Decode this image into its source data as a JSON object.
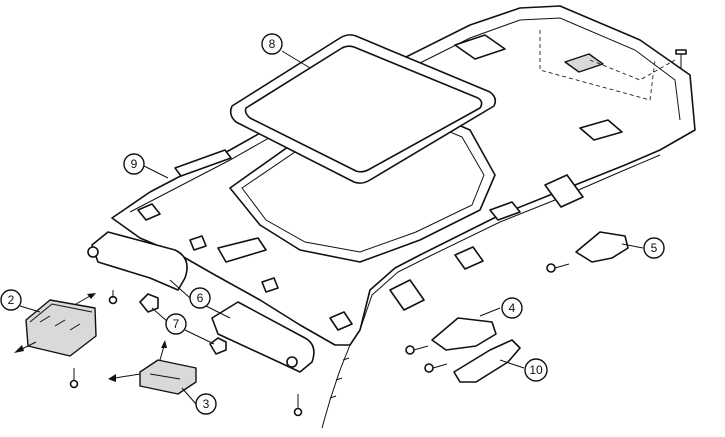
{
  "callouts": [
    {
      "id": "2",
      "label": "2"
    },
    {
      "id": "3",
      "label": "3"
    },
    {
      "id": "4",
      "label": "4"
    },
    {
      "id": "5",
      "label": "5"
    },
    {
      "id": "6",
      "label": "6"
    },
    {
      "id": "7",
      "label": "7"
    },
    {
      "id": "8",
      "label": "8"
    },
    {
      "id": "9",
      "label": "9"
    },
    {
      "id": "10",
      "label": "10"
    }
  ]
}
